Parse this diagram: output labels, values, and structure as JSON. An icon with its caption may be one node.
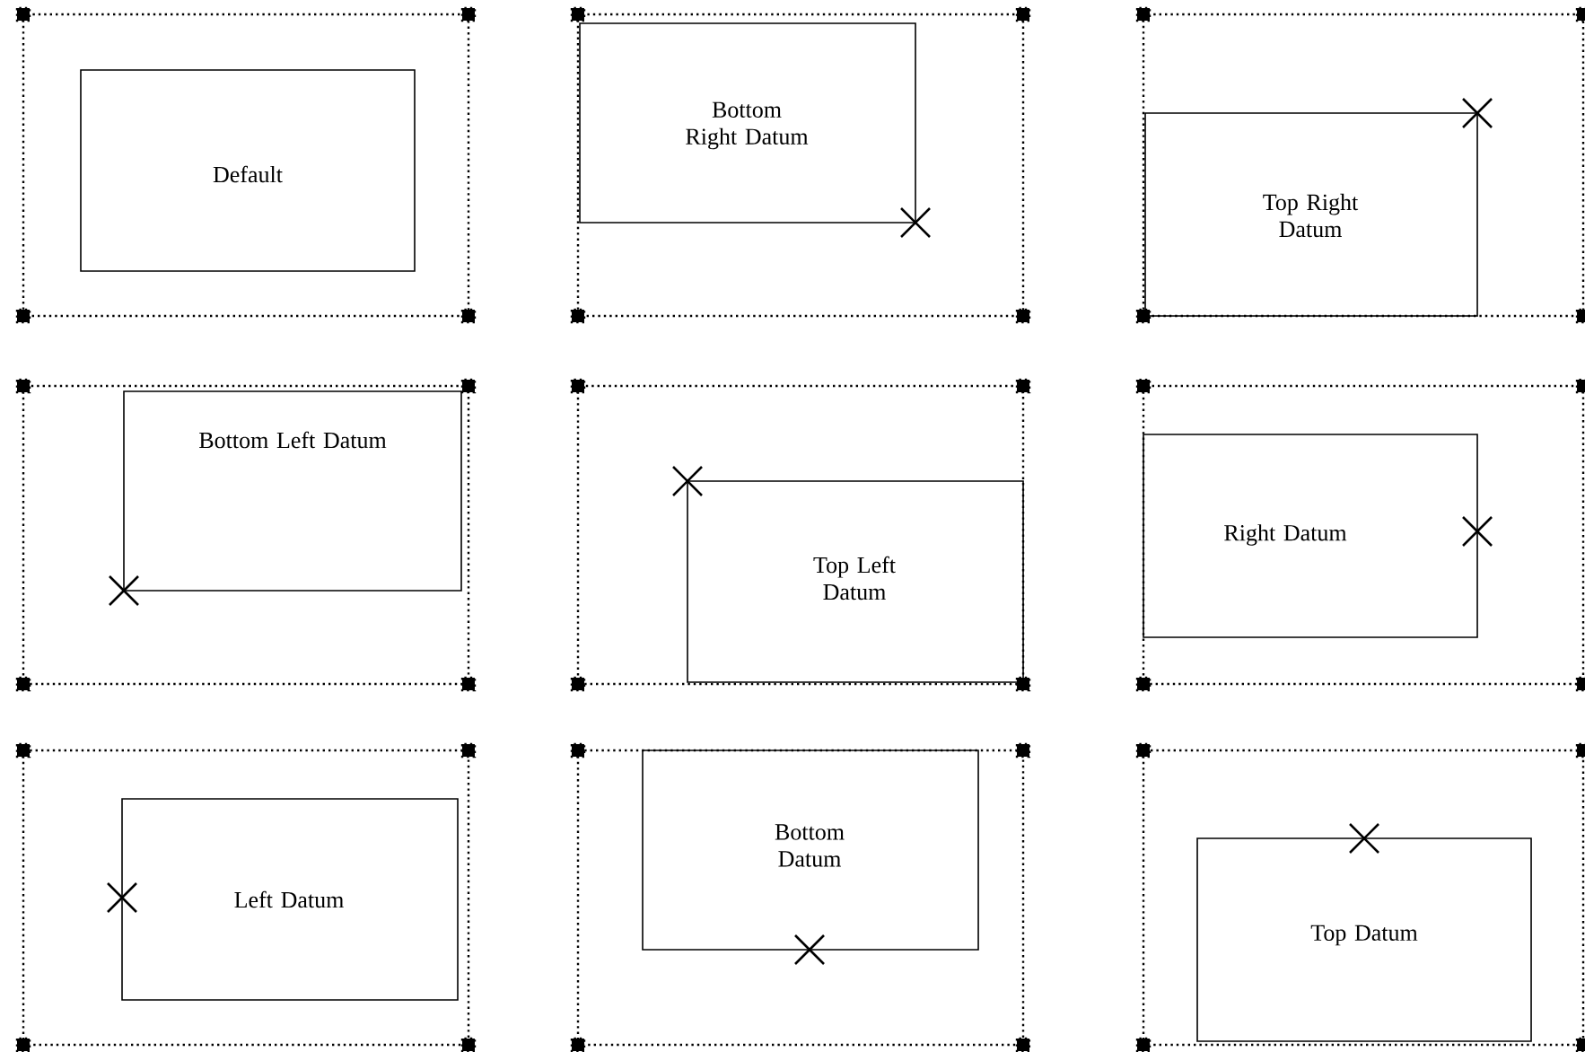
{
  "diagram": {
    "nodes": [
      {
        "text": [
          "Default"
        ]
      },
      {
        "text": [
          "Bottom Right Datum"
        ]
      },
      {
        "text": [
          "Top Right Datum"
        ]
      },
      {
        "text": [
          "Bottom Left Datum"
        ]
      },
      {
        "text": [
          "Top Left Datum"
        ]
      },
      {
        "text": [
          "Right Datum"
        ]
      },
      {
        "text": [
          "Left Datum"
        ]
      },
      {
        "text": [
          "Bottom Datum"
        ]
      },
      {
        "text": [
          "Top Datum"
        ]
      }
    ]
  }
}
